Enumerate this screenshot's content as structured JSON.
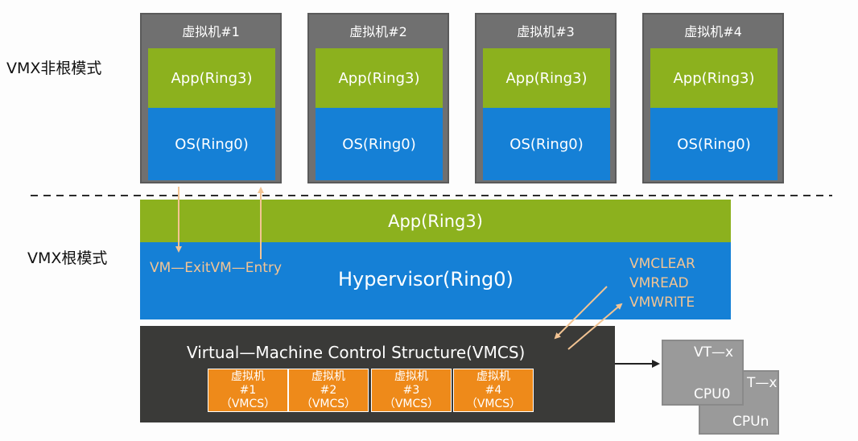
{
  "labels": {
    "non_root_mode": "VMX非根模式",
    "root_mode": "VMX根模式"
  },
  "vms": [
    {
      "title": "虚拟机#1",
      "app": "App(Ring3)",
      "os": "OS(Ring0)"
    },
    {
      "title": "虚拟机#2",
      "app": "App(Ring3)",
      "os": "OS(Ring0)"
    },
    {
      "title": "虚拟机#3",
      "app": "App(Ring3)",
      "os": "OS(Ring0)"
    },
    {
      "title": "虚拟机#4",
      "app": "App(Ring3)",
      "os": "OS(Ring0)"
    }
  ],
  "root": {
    "app": "App(Ring3)",
    "hypervisor": "Hypervisor(Ring0)",
    "exit_entry": "VM—ExitVM—Entry",
    "commands": [
      "VMCLEAR",
      "VMREAD",
      "VMWRITE"
    ]
  },
  "vmcs": {
    "title": "Virtual—Machine Control Structure(VMCS)",
    "entries": [
      {
        "line1": "虚拟机",
        "line2": "#1",
        "line3": "（VMCS）"
      },
      {
        "line1": "虚拟机",
        "line2": "#2",
        "line3": "（VMCS）"
      },
      {
        "line1": "虚拟机",
        "line2": "#3",
        "line3": "（VMCS）"
      },
      {
        "line1": "虚拟机",
        "line2": "#4",
        "line3": "（VMCS）"
      }
    ]
  },
  "cpus": {
    "front_top": "VT—x",
    "front_bottom": "CPU0",
    "back_top": "T—x",
    "back_bottom": "CPUn"
  },
  "colors": {
    "app_green": "#8cb11e",
    "os_blue": "#1580d6",
    "vm_gray": "#707070",
    "vmcs_dark": "#3a3a38",
    "vmcs_orange": "#ee8a1a",
    "arrow_peach": "#f3c493"
  }
}
